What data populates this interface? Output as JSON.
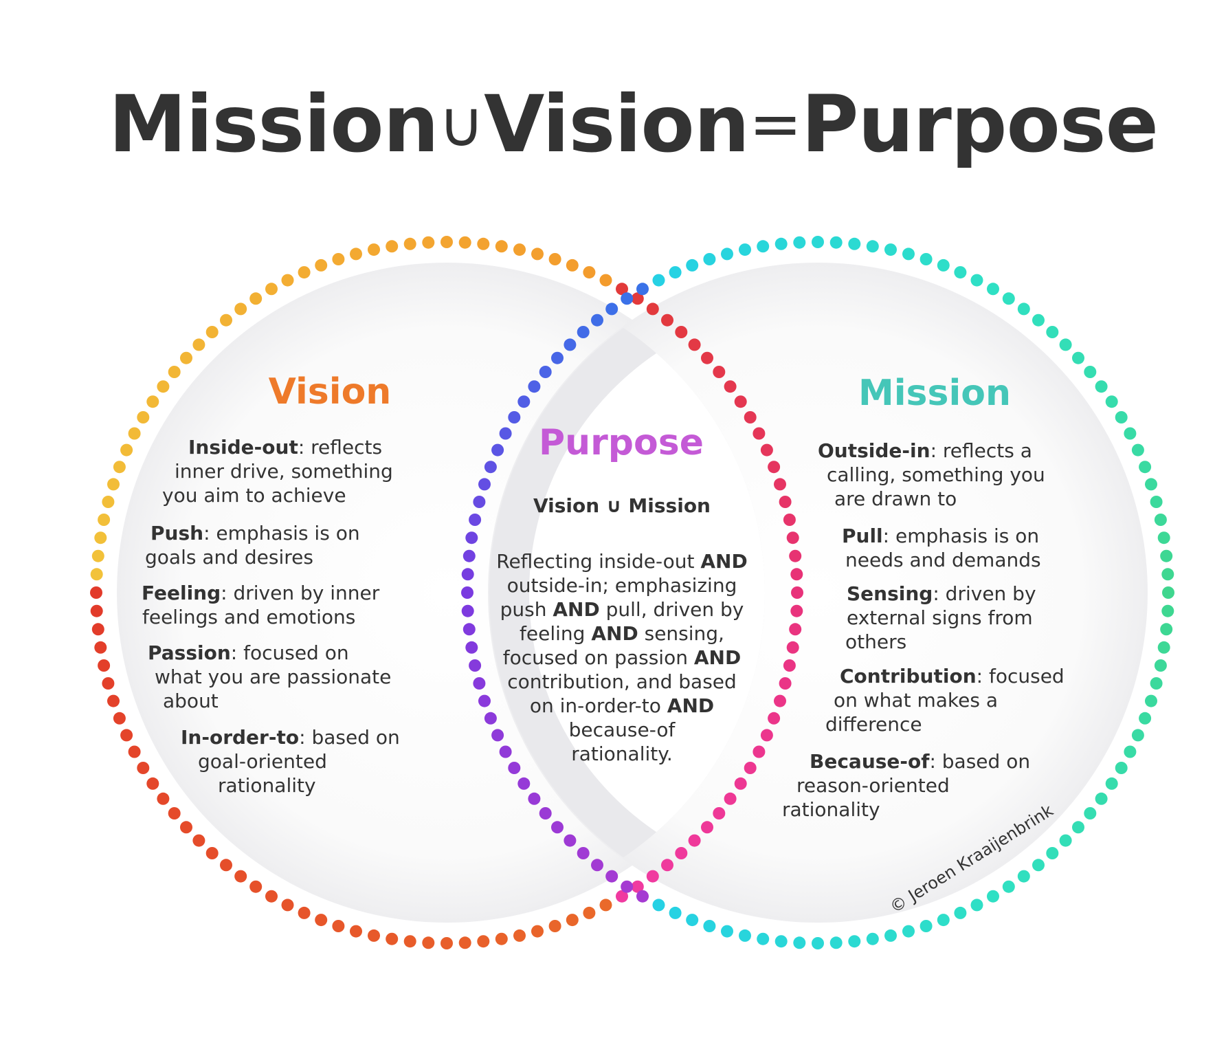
{
  "headline": {
    "mission": "Mission",
    "union": "∪",
    "vision": "Vision",
    "equals": "=",
    "purpose": "Purpose"
  },
  "vision": {
    "title": "Vision",
    "items": [
      {
        "term": "Inside-out",
        "lines": [
          ": reflects",
          "inner drive, something",
          "you aim to achieve"
        ]
      },
      {
        "term": "Push",
        "lines": [
          ": emphasis is on",
          "goals and desires"
        ]
      },
      {
        "term": "Feeling",
        "lines": [
          ": driven by inner",
          "feelings and emotions"
        ]
      },
      {
        "term": "Passion",
        "lines": [
          ": focused on",
          "what you are passionate",
          "about"
        ]
      },
      {
        "term": "In-order-to",
        "lines": [
          ": based on",
          "goal-oriented",
          "rationality"
        ]
      }
    ]
  },
  "mission": {
    "title": "Mission",
    "items": [
      {
        "term": "Outside-in",
        "lines": [
          ": reflects a",
          "calling, something you",
          "are drawn to"
        ]
      },
      {
        "term": "Pull",
        "lines": [
          ": emphasis is on",
          "needs and demands"
        ]
      },
      {
        "term": "Sensing",
        "lines": [
          ": driven by",
          "external signs from",
          "others"
        ]
      },
      {
        "term": "Contribution",
        "lines": [
          ": focused",
          "on what makes a",
          "difference"
        ]
      },
      {
        "term": "Because-of",
        "lines": [
          ": based on",
          "reason-oriented",
          "rationality"
        ]
      }
    ]
  },
  "purpose": {
    "title": "Purpose",
    "subtitle": "Vision ∪ Mission",
    "lines": [
      {
        "a": "Reflecting inside-out ",
        "and": "AND",
        "b": ""
      },
      {
        "a": "outside-in; emphasizing",
        "and": "",
        "b": ""
      },
      {
        "a": "push ",
        "and": "AND",
        "b": " pull, driven by"
      },
      {
        "a": "feeling ",
        "and": "AND",
        "b": " sensing,"
      },
      {
        "a": "focused on passion ",
        "and": "AND",
        "b": ""
      },
      {
        "a": "contribution, and based",
        "and": "",
        "b": ""
      },
      {
        "a": "on in-order-to ",
        "and": "AND",
        "b": ""
      },
      {
        "a": "because-of",
        "and": "",
        "b": ""
      },
      {
        "a": "rationality.",
        "and": "",
        "b": ""
      }
    ]
  },
  "copyright": "© Jeroen Kraaijenbrink",
  "colors": {
    "vision_title": "#ee7a2a",
    "mission_title": "#45c6b8",
    "purpose_title": "#c45ad6",
    "left_arc_gradient": [
      "#f2c33a",
      "#f39a2c",
      "#ea6a2a",
      "#e23a2a"
    ],
    "right_arc_gradient": [
      "#1ba9e8",
      "#25d0e6",
      "#2fe0c4",
      "#3fd68e"
    ],
    "inner_left_gradient": [
      "#3a72e8",
      "#7a3ae0",
      "#a53ad2"
    ],
    "inner_right_gradient": [
      "#e23a3a",
      "#e8327a",
      "#f03aa0"
    ]
  }
}
